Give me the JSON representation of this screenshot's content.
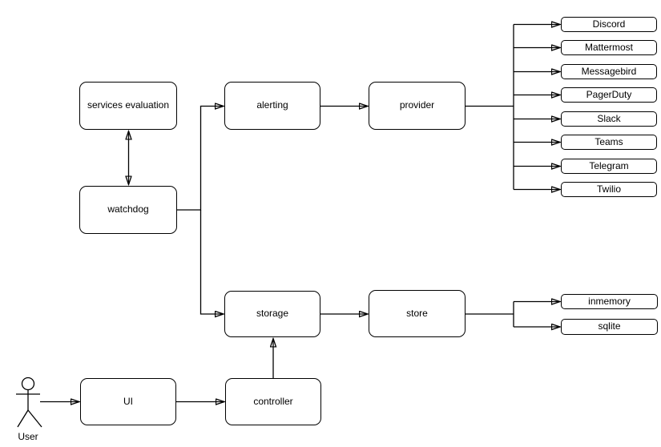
{
  "diagram": {
    "nodes": {
      "services_evaluation": "services evaluation",
      "watchdog": "watchdog",
      "alerting": "alerting",
      "provider": "provider",
      "storage": "storage",
      "store": "store",
      "ui": "UI",
      "controller": "controller"
    },
    "alert_providers": [
      "Discord",
      "Mattermost",
      "Messagebird",
      "PagerDuty",
      "Slack",
      "Teams",
      "Telegram",
      "Twilio"
    ],
    "store_backends": [
      "inmemory",
      "sqlite"
    ],
    "actor_label": "User",
    "edges": [
      "services evaluation <-> watchdog",
      "watchdog -> alerting",
      "watchdog -> storage",
      "alerting -> provider",
      "provider -> [Discord, Mattermost, Messagebird, PagerDuty, Slack, Teams, Telegram, Twilio]",
      "storage -> store",
      "store -> [inmemory, sqlite]",
      "controller -> storage",
      "User -> UI",
      "UI -> controller"
    ],
    "colors": {
      "stroke": "#000000",
      "node_fill": "#ffffff",
      "text": "#000000",
      "background": "#ffffff"
    }
  }
}
